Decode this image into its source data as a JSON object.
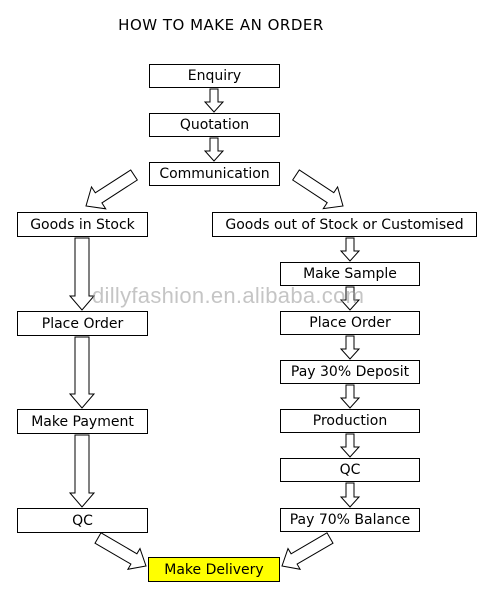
{
  "title": "HOW TO MAKE AN ORDER",
  "watermark": "dillyfashion.en.alibaba.com",
  "colors": {
    "line": "#000000",
    "box_fill": "#ffffff",
    "highlight": "#ffff00",
    "watermark": "#969696"
  },
  "steps": {
    "enquiry": "Enquiry",
    "quotation": "Quotation",
    "communication": "Communication",
    "left": [
      "Goods in Stock",
      "Place Order",
      "Make Payment",
      "QC"
    ],
    "right": [
      "Goods out of Stock or Customised",
      "Make Sample",
      "Place Order",
      "Pay 30% Deposit",
      "Production",
      "QC",
      "Pay 70% Balance"
    ],
    "delivery": "Make Delivery"
  }
}
